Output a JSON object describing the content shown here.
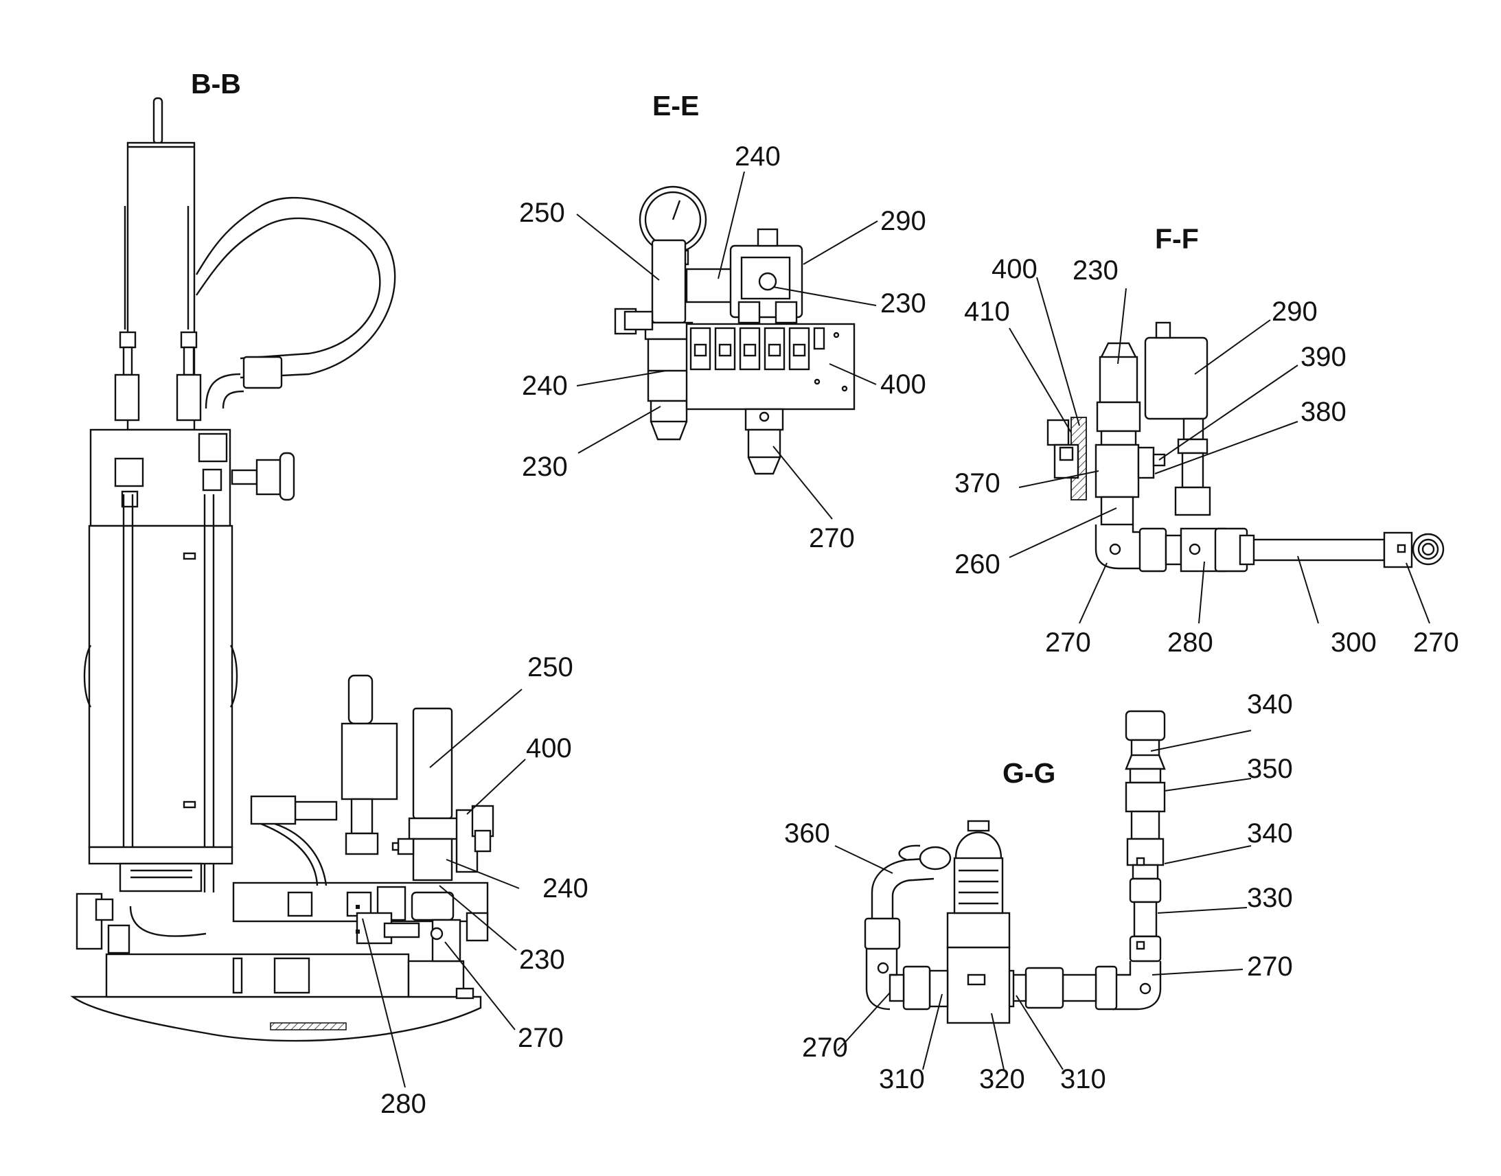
{
  "views": [
    {
      "title": "B-B",
      "labels": [
        "250",
        "400",
        "240",
        "230",
        "270",
        "280"
      ]
    },
    {
      "title": "E-E",
      "labels": [
        "240",
        "250",
        "290",
        "230",
        "240",
        "400",
        "230",
        "270"
      ]
    },
    {
      "title": "F-F",
      "labels": [
        "400",
        "230",
        "410",
        "290",
        "390",
        "380",
        "370",
        "260",
        "270",
        "280",
        "300",
        "270"
      ]
    },
    {
      "title": "G-G",
      "labels": [
        "340",
        "350",
        "340",
        "360",
        "330",
        "270",
        "270",
        "310",
        "320",
        "310"
      ]
    }
  ]
}
